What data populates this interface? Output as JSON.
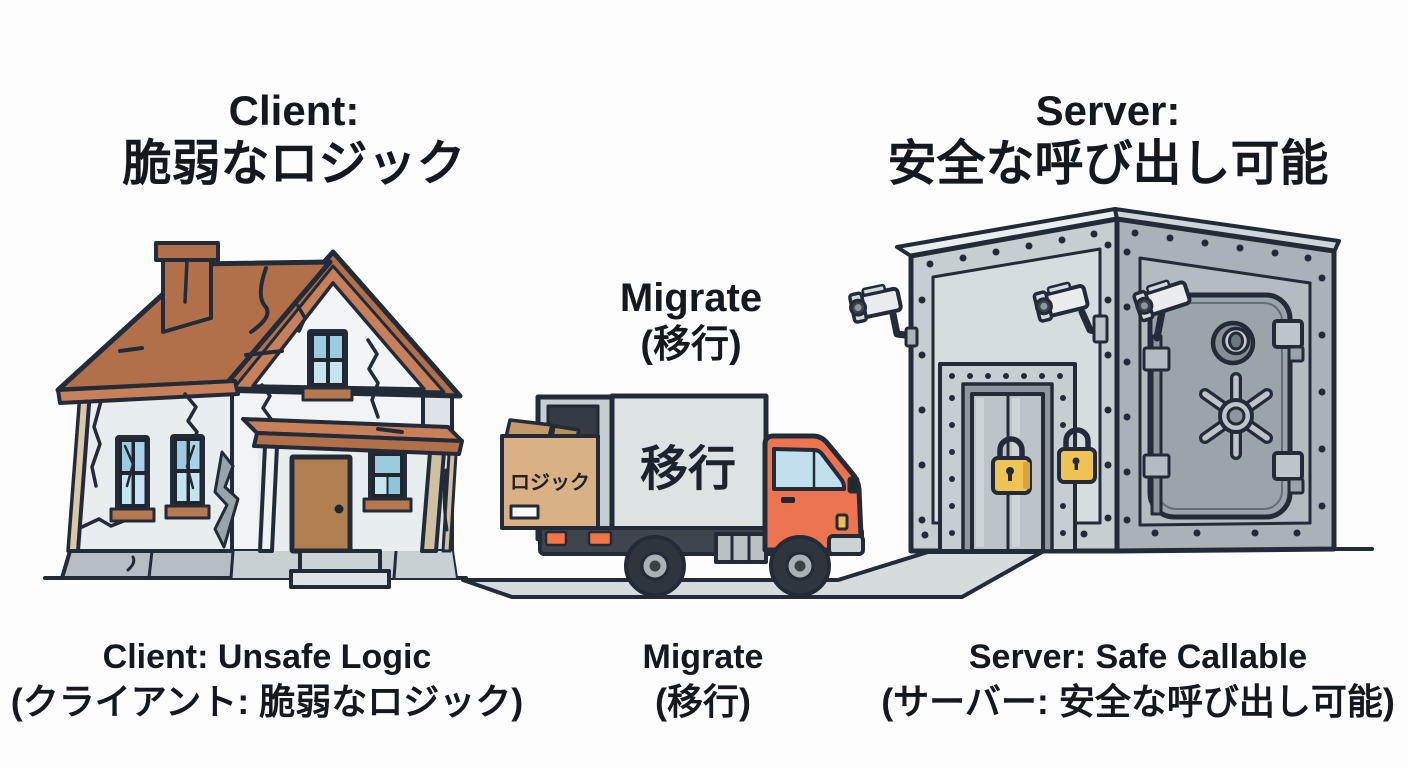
{
  "labels": {
    "client_title": {
      "line1": "Client:",
      "line2": "脆弱なロジック"
    },
    "server_title": {
      "line1": "Server:",
      "line2": "安全な呼び出し可能"
    },
    "migrate_label": {
      "line1": "Migrate",
      "line2": "(移行)"
    },
    "client_caption": {
      "line1": "Client: Unsafe Logic",
      "line2": "(クライアント: 脆弱なロジック)"
    },
    "migrate_caption": {
      "line1": "Migrate",
      "line2": "(移行)"
    },
    "server_caption": {
      "line1": "Server: Safe Callable",
      "line2": "(サーバー: 安全な呼び出し可能)"
    }
  },
  "illustration": {
    "truck_box_text": "移行",
    "cargo_box_label": "ロジック"
  },
  "colors": {
    "outline": "#232b39",
    "roof_brown": "#b2704a",
    "roof_light": "#c8805a",
    "wall_white": "#eef2f4",
    "window_blue": "#9ccadf",
    "door_brown": "#b08050",
    "truck_orange": "#ed7450",
    "cargo_gray": "#dde2e5",
    "box_tan": "#dab184",
    "vault_light_face": "#c6ced2",
    "vault_dark_face": "#a9b2b7",
    "lock_yellow": "#f0c355",
    "road_gray": "#d6dcde"
  }
}
